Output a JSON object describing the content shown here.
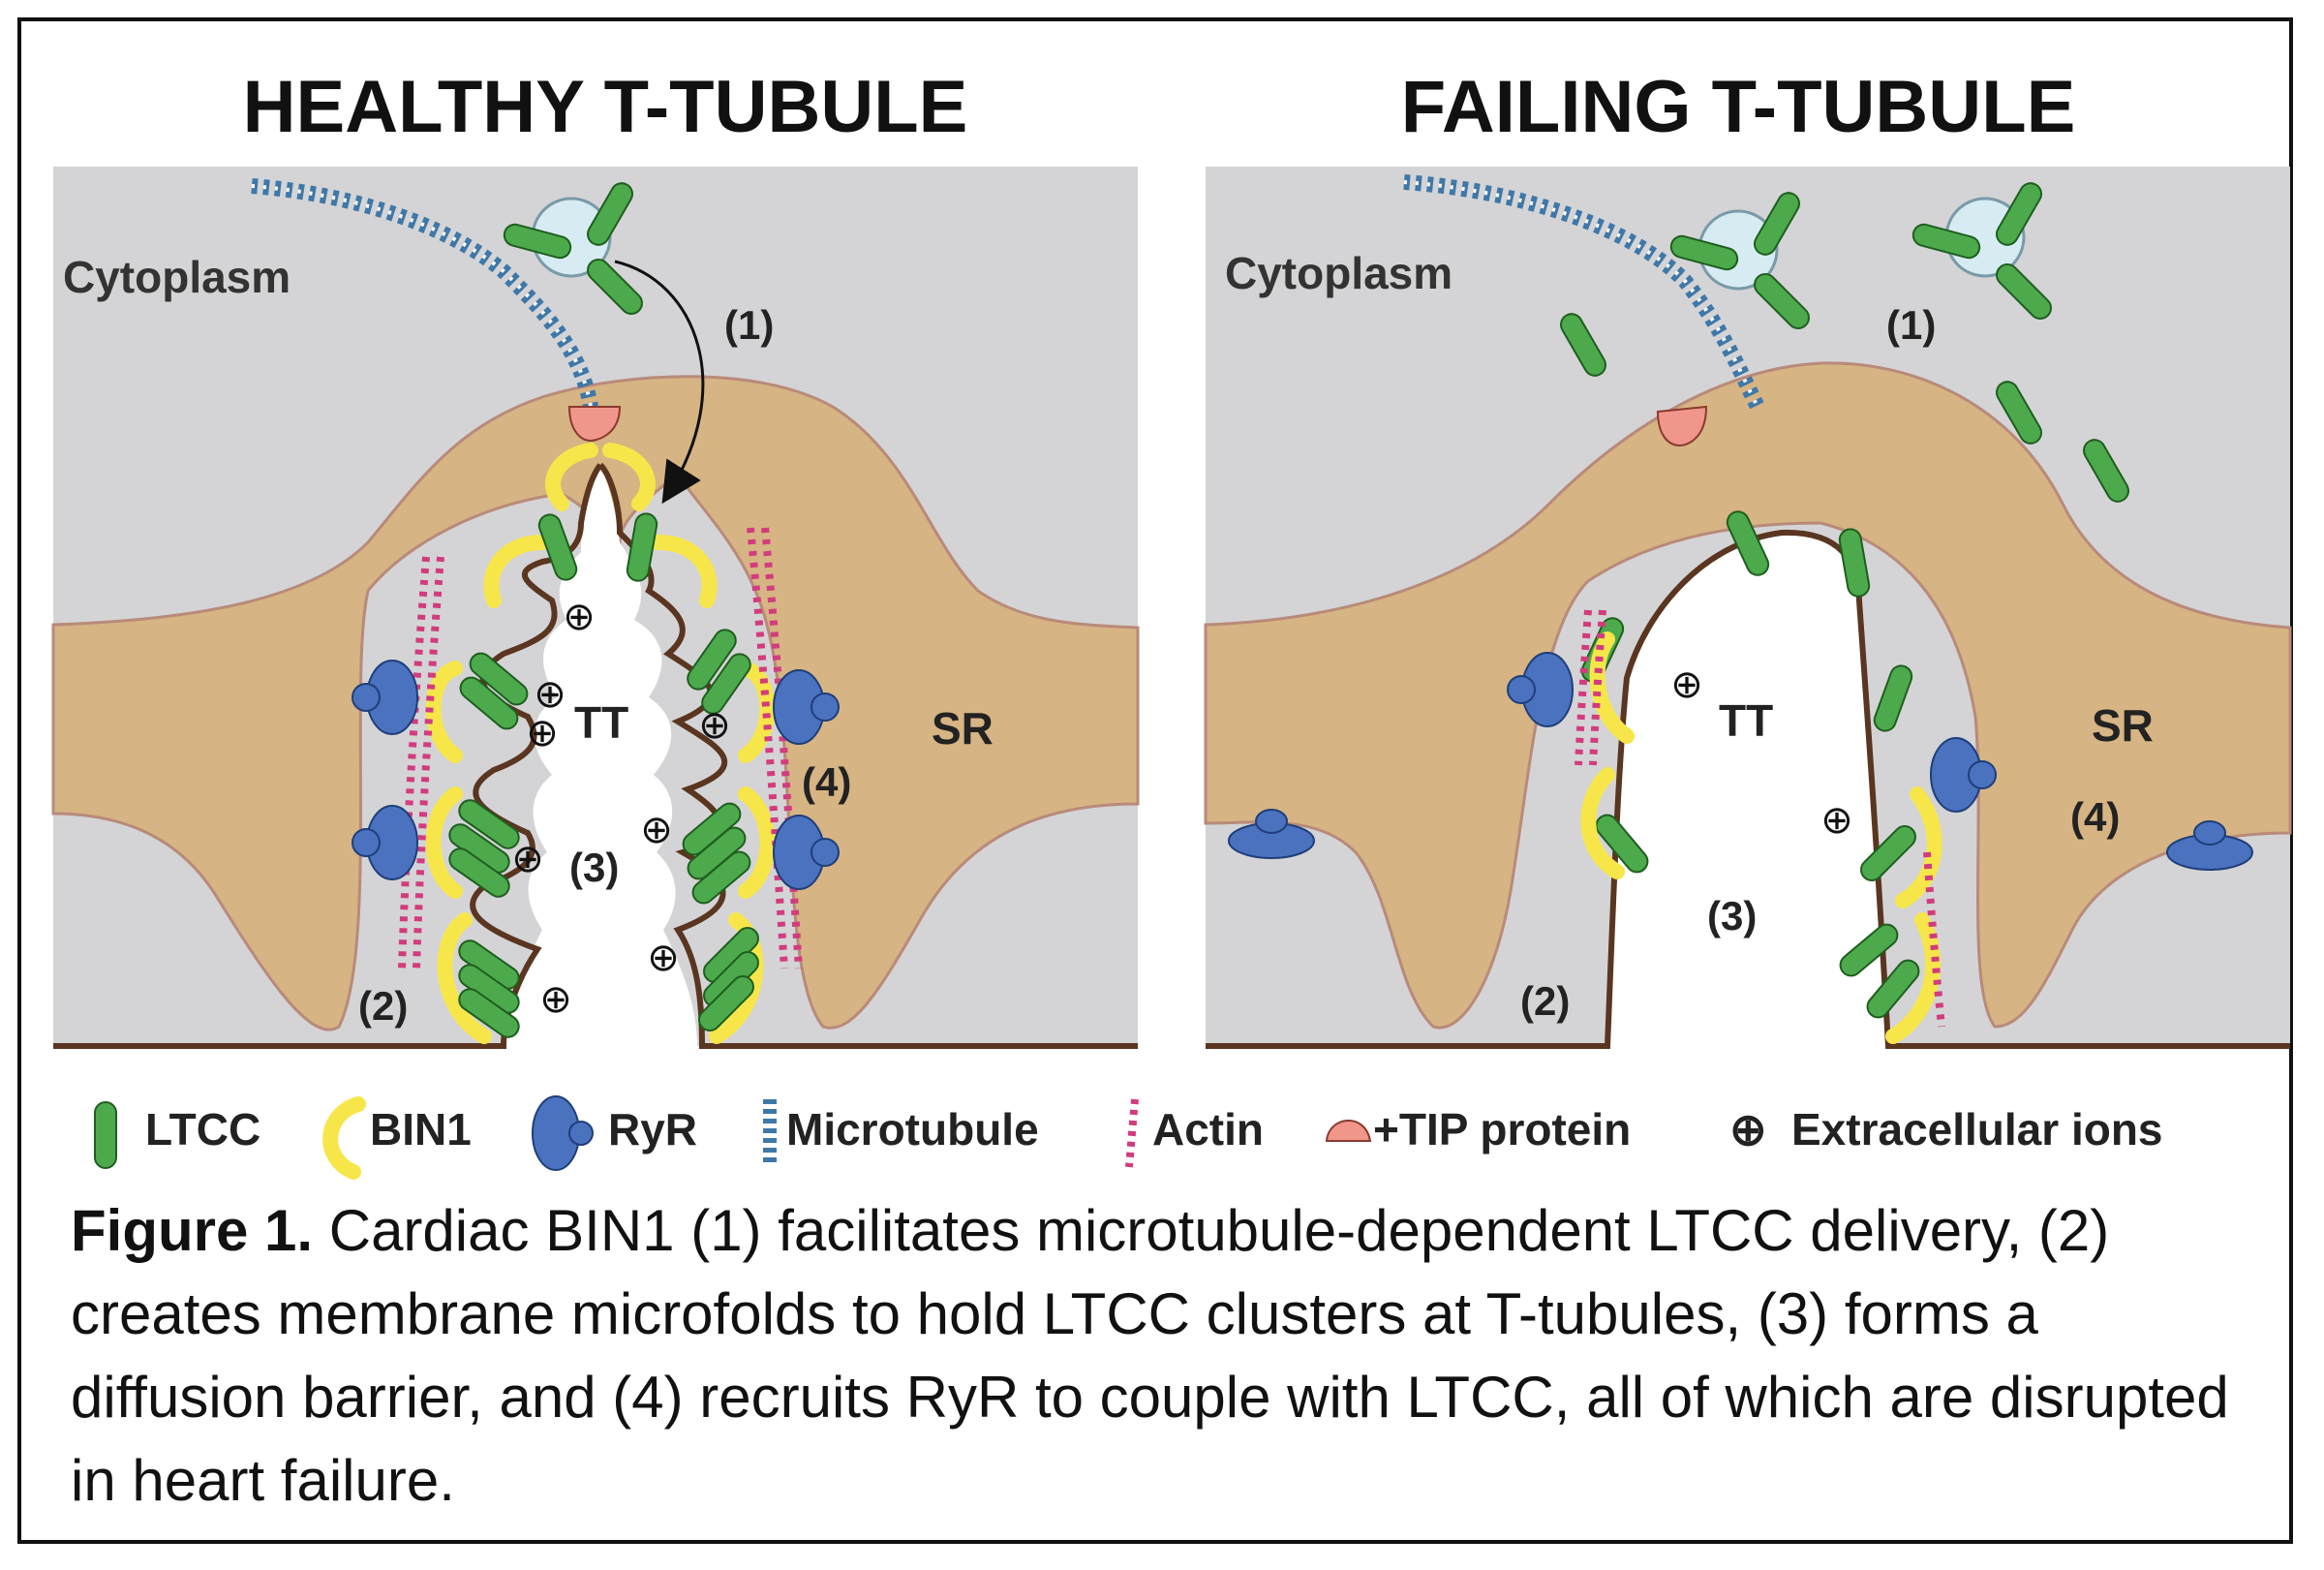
{
  "panels": {
    "healthy": {
      "title": "HEALTHY T-TUBULE",
      "cytoplasm": "Cytoplasm",
      "tt": "TT",
      "sr": "SR",
      "markers": [
        "(1)",
        "(2)",
        "(3)",
        "(4)"
      ]
    },
    "failing": {
      "title": "FAILING T-TUBULE",
      "cytoplasm": "Cytoplasm",
      "tt": "TT",
      "sr": "SR",
      "markers": [
        "(1)",
        "(2)",
        "(3)",
        "(4)"
      ]
    }
  },
  "ion_symbol": "⊕",
  "legend": [
    {
      "key": "ltcc",
      "label": "LTCC"
    },
    {
      "key": "bin1",
      "label": "BIN1"
    },
    {
      "key": "ryr",
      "label": "RyR"
    },
    {
      "key": "microtubule",
      "label": "Microtubule"
    },
    {
      "key": "actin",
      "label": "Actin"
    },
    {
      "key": "tip",
      "label": "+TIP protein"
    },
    {
      "key": "ions",
      "label": "Extracellular ions"
    }
  ],
  "caption": {
    "label": "Figure 1.",
    "text": " Cardiac BIN1 (1) facilitates microtubule-dependent LTCC delivery, (2) creates membrane microfolds to hold LTCC clusters at T-tubules, (3) forms a diffusion barrier, and (4) recruits RyR to couple with LTCC, all of which are disrupted in heart failure."
  },
  "colors": {
    "cytoplasm": "#d4d4d6",
    "sr": "#d6b483",
    "sr_edge": "#b98a7a",
    "membrane": "#5a3520",
    "ltcc": "#4caa4c",
    "bin1": "#f7e64a",
    "ryr": "#4a72bf",
    "vesicle": "#d6ecf2",
    "tip": "#f0968a",
    "microtubule_blue": "#3f78a8",
    "actin_pink": "#d23c7e"
  }
}
